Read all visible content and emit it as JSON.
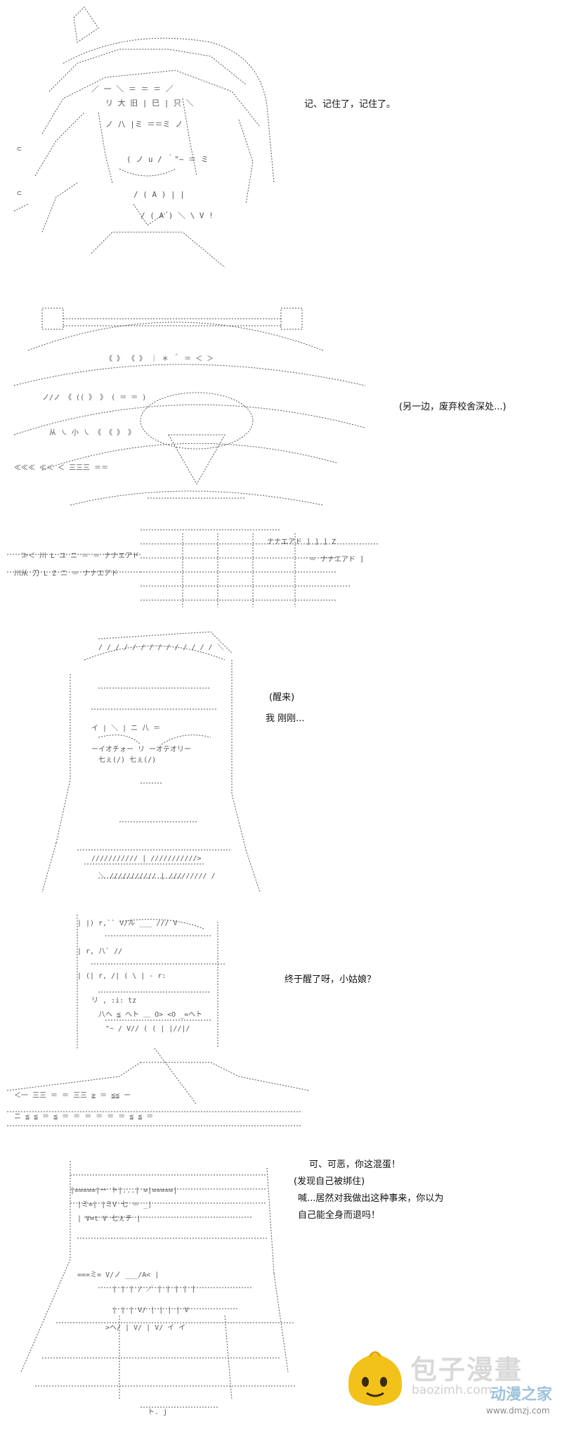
{
  "panels": [
    {
      "id": "panel-1",
      "captions": [
        "记、记住了，记住了。"
      ]
    },
    {
      "id": "panel-2",
      "captions": [
        "(另一边，废弃校舍深处...)"
      ]
    },
    {
      "id": "panel-3",
      "captions": [
        "(醒来)",
        "我 刚刚..."
      ]
    },
    {
      "id": "panel-4",
      "captions": [
        "终于醒了呀，小姑娘？"
      ]
    },
    {
      "id": "panel-5",
      "captions": [
        "可、可恶，你这混蛋！",
        "(发现自己被绑住)",
        "喊...居然对我做出这种事来，你以为",
        "自己能全身而退吗！"
      ]
    }
  ],
  "watermark": {
    "main": "包子漫畫",
    "url": "baozimh.com",
    "sub": "动漫之家",
    "url2": "www.dmzj.com"
  },
  "colors": {
    "line": "#555555",
    "watermark_bun": "#f2c21a"
  }
}
